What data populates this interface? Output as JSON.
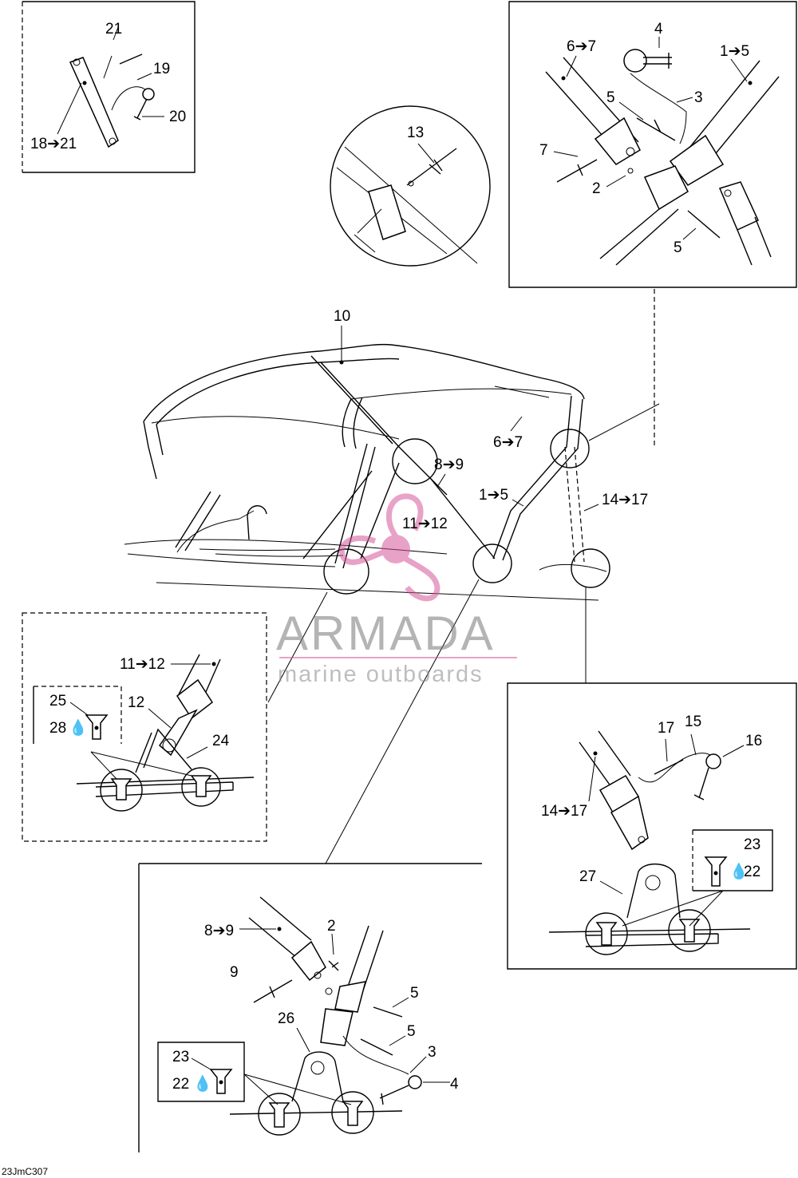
{
  "watermark": {
    "brand": "ARMADA",
    "tagline": "marine outboards",
    "logo_color": "#d6579a"
  },
  "drawing_code": "23JmC307",
  "callouts": {
    "c21": "21",
    "c19": "19",
    "c20": "20",
    "c18_21": "18➔21",
    "c13": "13",
    "c4a": "4",
    "c6_7a": "6➔7",
    "c1_5a": "1➔5",
    "c5a": "5",
    "c3a": "3",
    "c7": "7",
    "c2a": "2",
    "c5b": "5",
    "c10": "10",
    "c6_7b": "6➔7",
    "c8_9a": "8➔9",
    "c1_5b": "1➔5",
    "c14_17a": "14➔17",
    "c11_12a": "11➔12",
    "c11_12b": "11➔12",
    "c12": "12",
    "c25": "25",
    "c28": "28",
    "c24": "24",
    "c17": "17",
    "c15": "15",
    "c16": "16",
    "c14_17b": "14➔17",
    "c23a": "23",
    "c22a": "22",
    "c27": "27",
    "c8_9b": "8➔9",
    "c2b": "2",
    "c9": "9",
    "c5c": "5",
    "c26": "26",
    "c5d": "5",
    "c3b": "3",
    "c4b": "4",
    "c23b": "23",
    "c22b": "22"
  }
}
